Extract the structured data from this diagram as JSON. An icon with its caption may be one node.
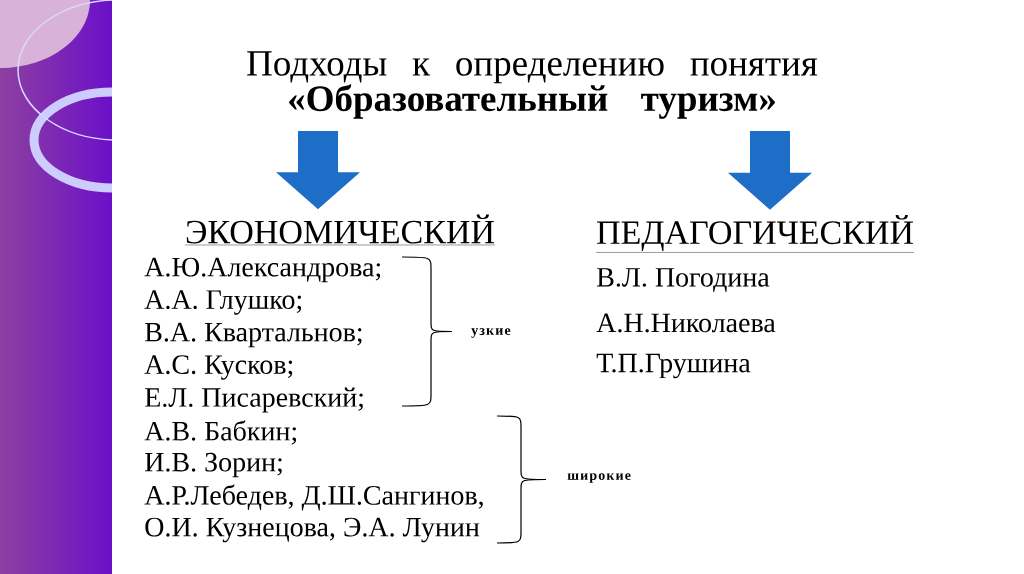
{
  "diagram": {
    "nodes": [
      {
        "text": [
          "Подходы к определению понятия **«Образовательный туризм»**"
        ]
      },
      {
        "text": [
          "ЭКОНОМИЧЕСКИЙ"
        ]
      },
      {
        "text": [
          "ПЕДАГОГИЧЕСКИЙ"
        ]
      }
    ],
    "edges": [
      {
        "from": 0,
        "to": 1,
        "arrow": "to"
      },
      {
        "from": 0,
        "to": 2,
        "arrow": "to"
      }
    ],
    "labels": [
      "А.Ю.Александрова;",
      "А.А. Глушко;",
      "В.А. Квартальнов;",
      "А.С. Кусков;",
      "Е.Л. Писаревский;",
      "А.В. Бабкин;",
      "И.В. Зорин;",
      "А.Р.Лебедев, Д.Ш.Сангинов,",
      "О.И. Кузнецова, Э.А. Лунин",
      "узкие",
      "широкие",
      "В.Л. Погодина",
      "А.Н.Николаева",
      "Т.П.Грушина"
    ]
  }
}
